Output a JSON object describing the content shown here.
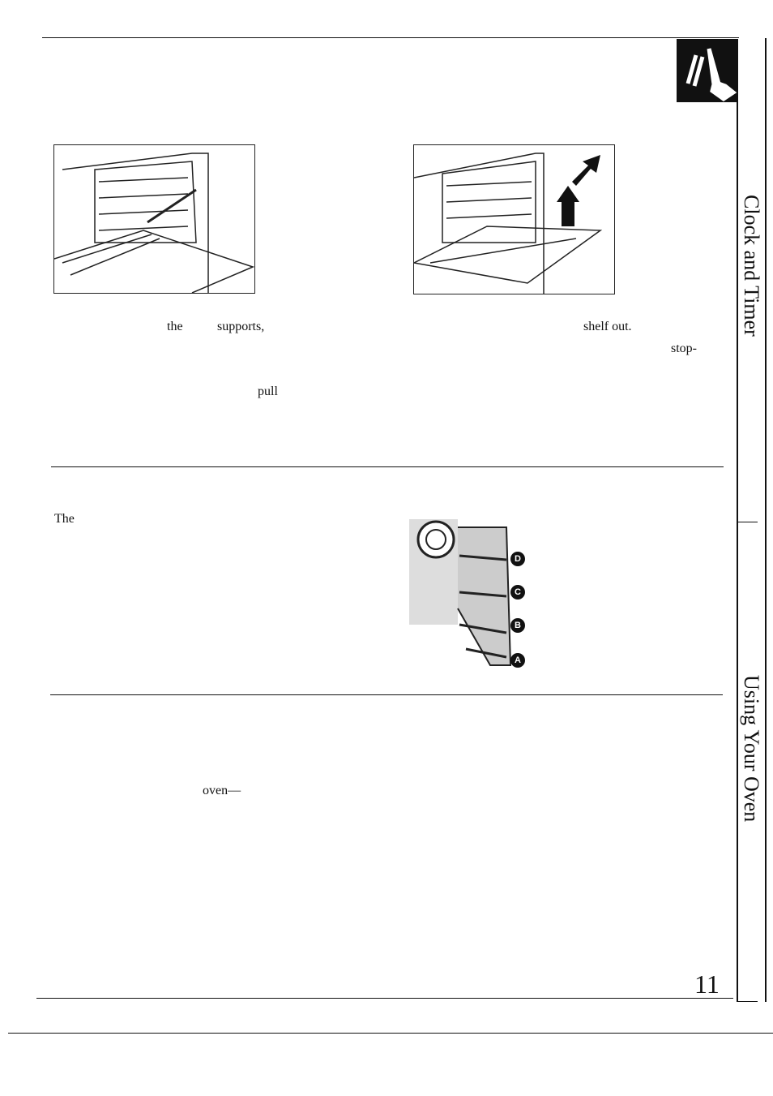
{
  "fragments": {
    "the": "the",
    "supports": "supports,",
    "pull": "pull",
    "shelf_out": "shelf out.",
    "stop": "stop-",
    "the2": "The",
    "oven": "oven—"
  },
  "sidebar": {
    "tab1": "Clock and Timer",
    "tab2": "Using Your Oven"
  },
  "rack_labels": [
    "D",
    "C",
    "B",
    "A"
  ],
  "page_number": "11"
}
